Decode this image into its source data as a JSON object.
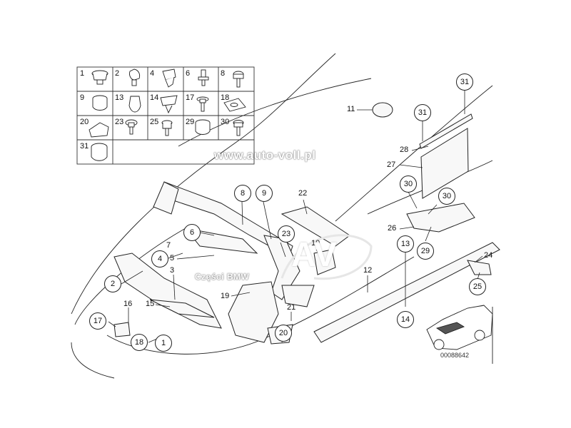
{
  "watermark": {
    "site": "www.auto-voll.pl",
    "tagline": "Części BMW",
    "logo_letters": "AV"
  },
  "diagram_code": "00088642",
  "legend_cells": [
    {
      "num": "1"
    },
    {
      "num": "2"
    },
    {
      "num": "4"
    },
    {
      "num": "6"
    },
    {
      "num": "8"
    },
    {
      "num": "9"
    },
    {
      "num": "13"
    },
    {
      "num": "14"
    },
    {
      "num": "17"
    },
    {
      "num": "18"
    },
    {
      "num": "20"
    },
    {
      "num": "23"
    },
    {
      "num": "25"
    },
    {
      "num": "29"
    },
    {
      "num": "30"
    },
    {
      "num": "31"
    }
  ],
  "callouts_circled": [
    "31",
    "31",
    "30",
    "30",
    "8",
    "9",
    "23",
    "6",
    "4",
    "2",
    "13",
    "29",
    "25",
    "14",
    "17",
    "18",
    "1",
    "20"
  ],
  "callouts_plain": [
    "11",
    "28",
    "27",
    "26",
    "22",
    "10",
    "7",
    "5",
    "3",
    "12",
    "24",
    "15",
    "16",
    "19",
    "21"
  ]
}
